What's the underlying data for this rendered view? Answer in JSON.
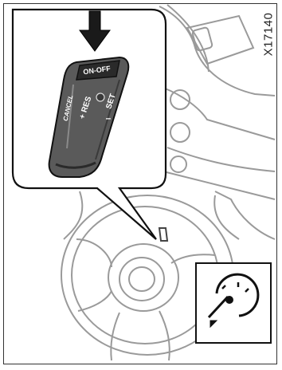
{
  "figure": {
    "id": "X17140",
    "lever": {
      "button": "ON-OFF",
      "res_label": "+ RES",
      "set_label": "SET",
      "minus": "–",
      "cancel_label": "CANCEL"
    },
    "indicator_icon": "cruise-control-indicator-icon"
  }
}
